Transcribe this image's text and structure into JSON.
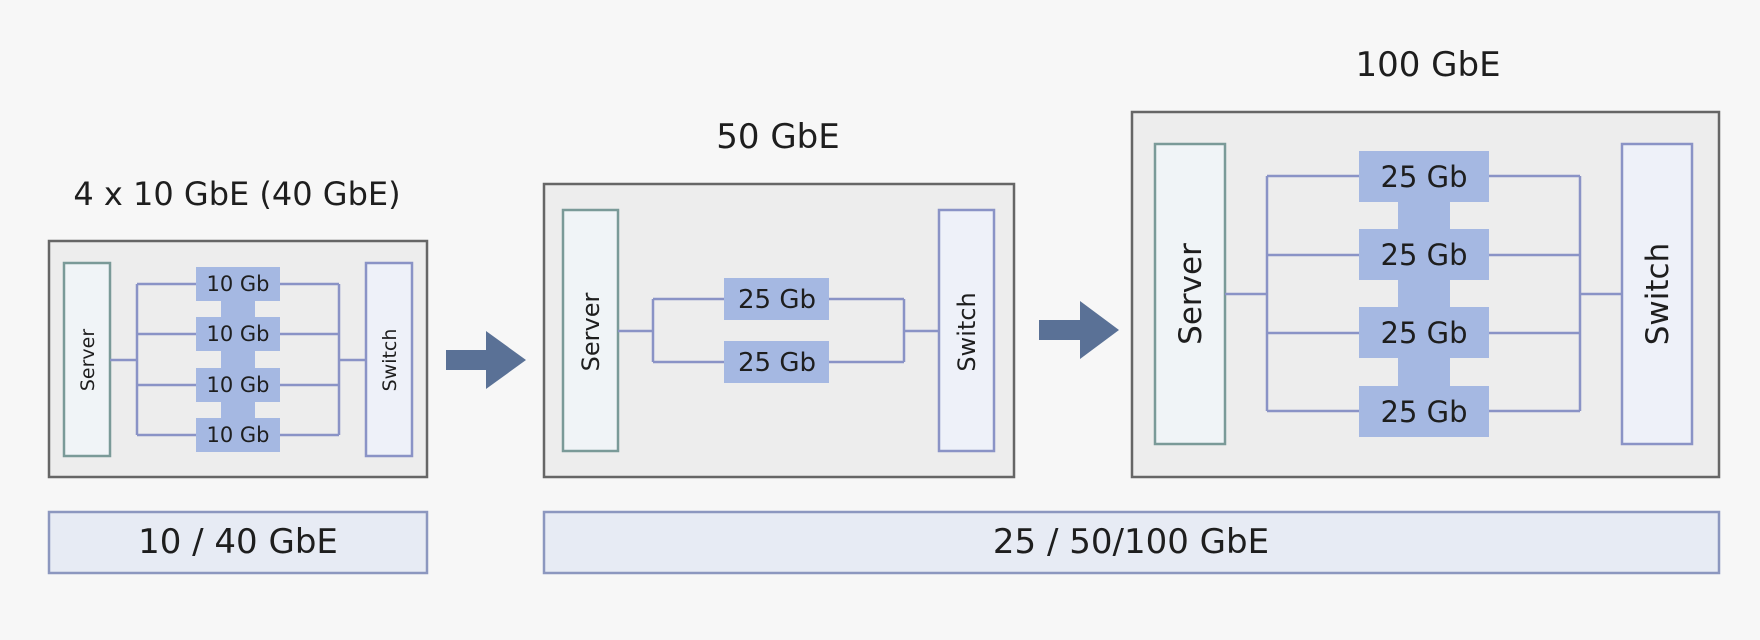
{
  "groups": [
    {
      "title": "4 x 10 GbE (40 GbE)",
      "server_label": "Server",
      "switch_label": "Switch",
      "links": [
        "10 Gb",
        "10 Gb",
        "10 Gb",
        "10 Gb"
      ]
    },
    {
      "title": "50 GbE",
      "server_label": "Server",
      "switch_label": "Switch",
      "links": [
        "25 Gb",
        "25 Gb"
      ]
    },
    {
      "title": "100 GbE",
      "server_label": "Server",
      "switch_label": "Switch",
      "links": [
        "25 Gb",
        "25 Gb",
        "25 Gb",
        "25 Gb"
      ]
    }
  ],
  "bottom_bars": [
    "10 / 40 GbE",
    "25 / 50/100 GbE"
  ],
  "colors": {
    "background": "#f7f7f7",
    "group_fill": "#ededed",
    "group_border": "#666666",
    "server_fill": "#f0f4f7",
    "server_border": "#7a9a98",
    "switch_fill": "#eef1f9",
    "switch_border": "#8a93c6",
    "link_fill": "#a5b8e2",
    "line": "#8a93c6",
    "arrow": "#5a7196",
    "bar_fill": "#e7ebf4",
    "bar_border": "#8c97bf"
  }
}
